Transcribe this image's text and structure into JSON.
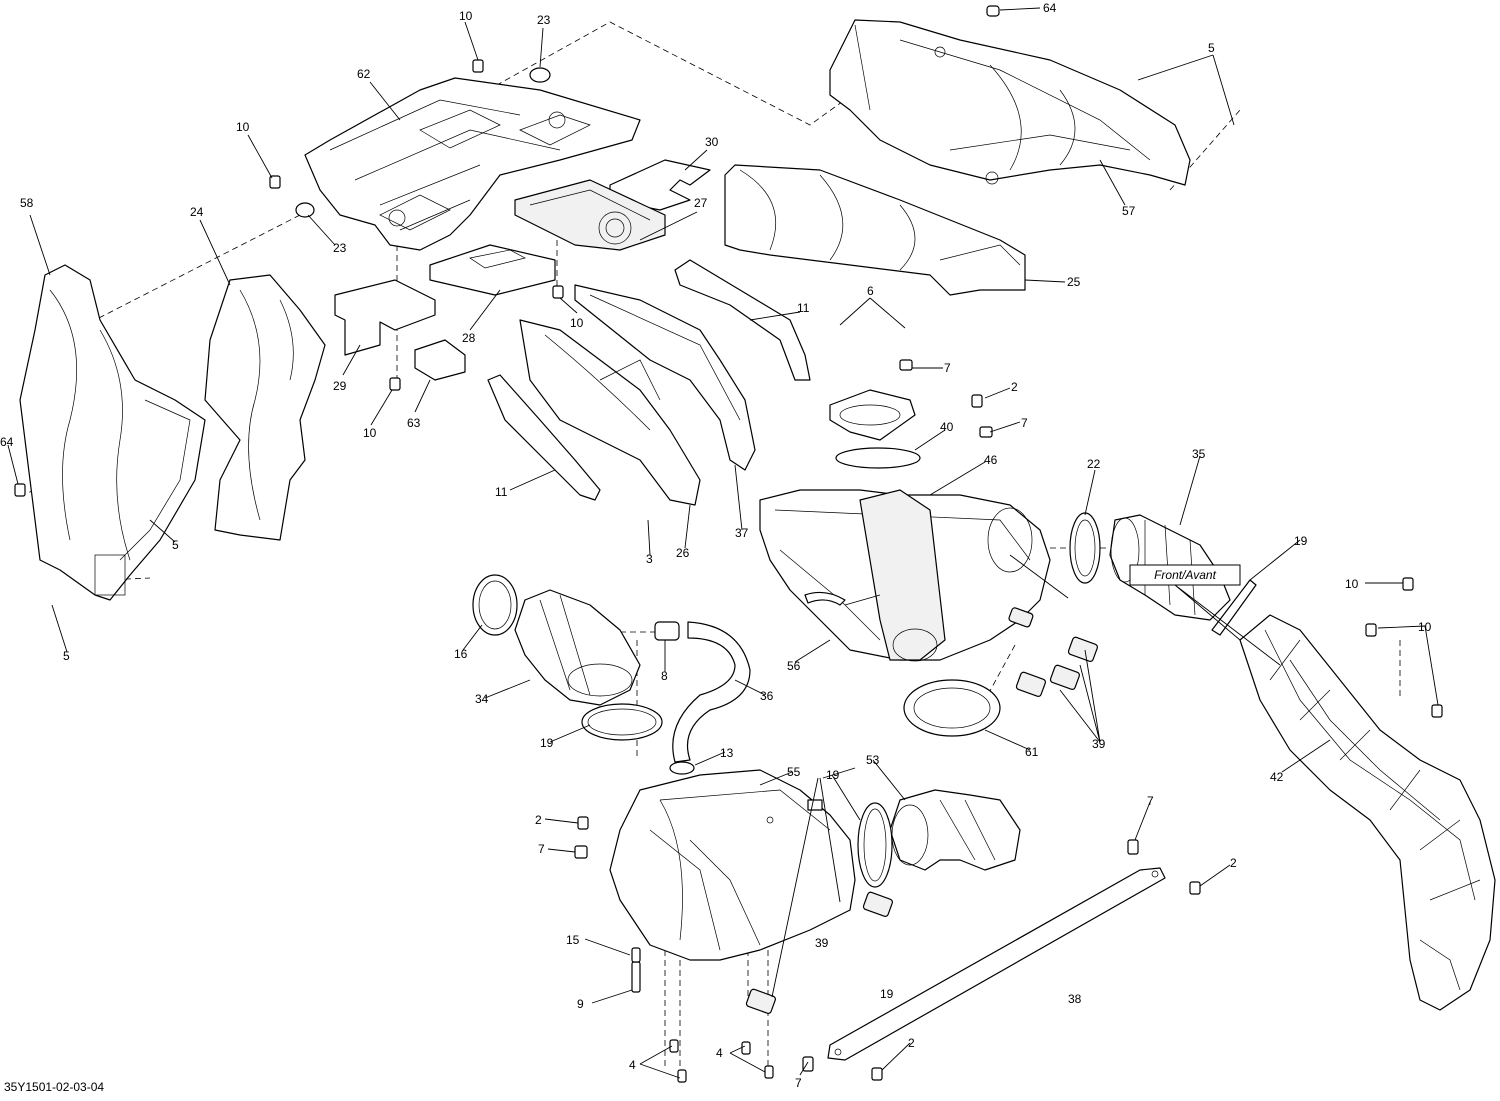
{
  "diagram": {
    "reference": "35Y1501-02-03-04",
    "front_label": "Front/Avant",
    "callouts": [
      {
        "id": "c10a",
        "text": "10"
      },
      {
        "id": "c23a",
        "text": "23"
      },
      {
        "id": "c64a",
        "text": "64"
      },
      {
        "id": "c5a",
        "text": "5"
      },
      {
        "id": "c62",
        "text": "62"
      },
      {
        "id": "c10b",
        "text": "10"
      },
      {
        "id": "c30",
        "text": "30"
      },
      {
        "id": "c27",
        "text": "27"
      },
      {
        "id": "c23b",
        "text": "23"
      },
      {
        "id": "c58",
        "text": "58"
      },
      {
        "id": "c24",
        "text": "24"
      },
      {
        "id": "c57",
        "text": "57"
      },
      {
        "id": "c25",
        "text": "25"
      },
      {
        "id": "c28",
        "text": "28"
      },
      {
        "id": "c10c",
        "text": "10"
      },
      {
        "id": "c11a",
        "text": "11"
      },
      {
        "id": "c6",
        "text": "6"
      },
      {
        "id": "c29",
        "text": "29"
      },
      {
        "id": "c7a",
        "text": "7"
      },
      {
        "id": "c2a",
        "text": "2"
      },
      {
        "id": "c63",
        "text": "63"
      },
      {
        "id": "c10d",
        "text": "10"
      },
      {
        "id": "c7b",
        "text": "7"
      },
      {
        "id": "c40",
        "text": "40"
      },
      {
        "id": "c64b",
        "text": "64"
      },
      {
        "id": "c46",
        "text": "46"
      },
      {
        "id": "c22",
        "text": "22"
      },
      {
        "id": "c35",
        "text": "35"
      },
      {
        "id": "c11b",
        "text": "11"
      },
      {
        "id": "c5b",
        "text": "5"
      },
      {
        "id": "c37",
        "text": "37"
      },
      {
        "id": "c26",
        "text": "26"
      },
      {
        "id": "c3",
        "text": "3"
      },
      {
        "id": "c19a",
        "text": "19"
      },
      {
        "id": "c5c",
        "text": "5"
      },
      {
        "id": "c16",
        "text": "16"
      },
      {
        "id": "c8",
        "text": "8"
      },
      {
        "id": "c10e",
        "text": "10"
      },
      {
        "id": "c56",
        "text": "56"
      },
      {
        "id": "c34",
        "text": "34"
      },
      {
        "id": "c36",
        "text": "36"
      },
      {
        "id": "c61",
        "text": "61"
      },
      {
        "id": "c39a",
        "text": "39"
      },
      {
        "id": "c19b",
        "text": "19"
      },
      {
        "id": "c13",
        "text": "13"
      },
      {
        "id": "c42",
        "text": "42"
      },
      {
        "id": "c55",
        "text": "55"
      },
      {
        "id": "c19c",
        "text": "19"
      },
      {
        "id": "c53",
        "text": "53"
      },
      {
        "id": "c2b",
        "text": "2"
      },
      {
        "id": "c7c",
        "text": "7"
      },
      {
        "id": "c7d",
        "text": "7"
      },
      {
        "id": "c2c",
        "text": "2"
      },
      {
        "id": "c15",
        "text": "15"
      },
      {
        "id": "c39b",
        "text": "39"
      },
      {
        "id": "c9",
        "text": "9"
      },
      {
        "id": "c19d",
        "text": "19"
      },
      {
        "id": "c38",
        "text": "38"
      },
      {
        "id": "c10f",
        "text": "10"
      },
      {
        "id": "c4a",
        "text": "4"
      },
      {
        "id": "c4b",
        "text": "4"
      },
      {
        "id": "c2d",
        "text": "2"
      },
      {
        "id": "c7e",
        "text": "7"
      }
    ]
  }
}
